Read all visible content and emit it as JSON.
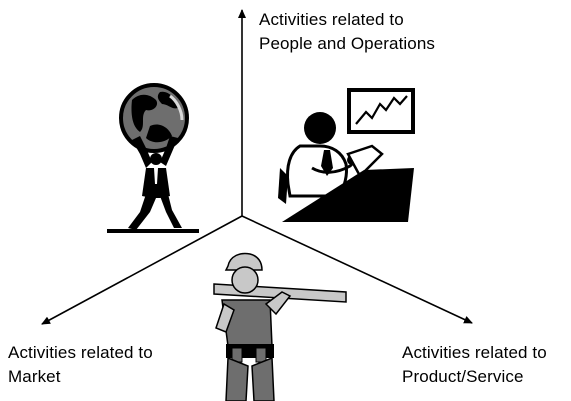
{
  "axes": {
    "top": {
      "line1": "Activities related to",
      "line2": "People and Operations",
      "icon": "office-worker-chart-icon"
    },
    "left": {
      "line1": "Activities related to",
      "line2": "Market",
      "icon": "atlas-globe-icon"
    },
    "right": {
      "line1": "Activities related to",
      "line2": "Product/Service",
      "icon": "construction-worker-icon"
    }
  },
  "colors": {
    "ink": "#000000",
    "mid_gray": "#6e6e6e",
    "light_gray": "#c8c8c8",
    "background": "#ffffff"
  }
}
